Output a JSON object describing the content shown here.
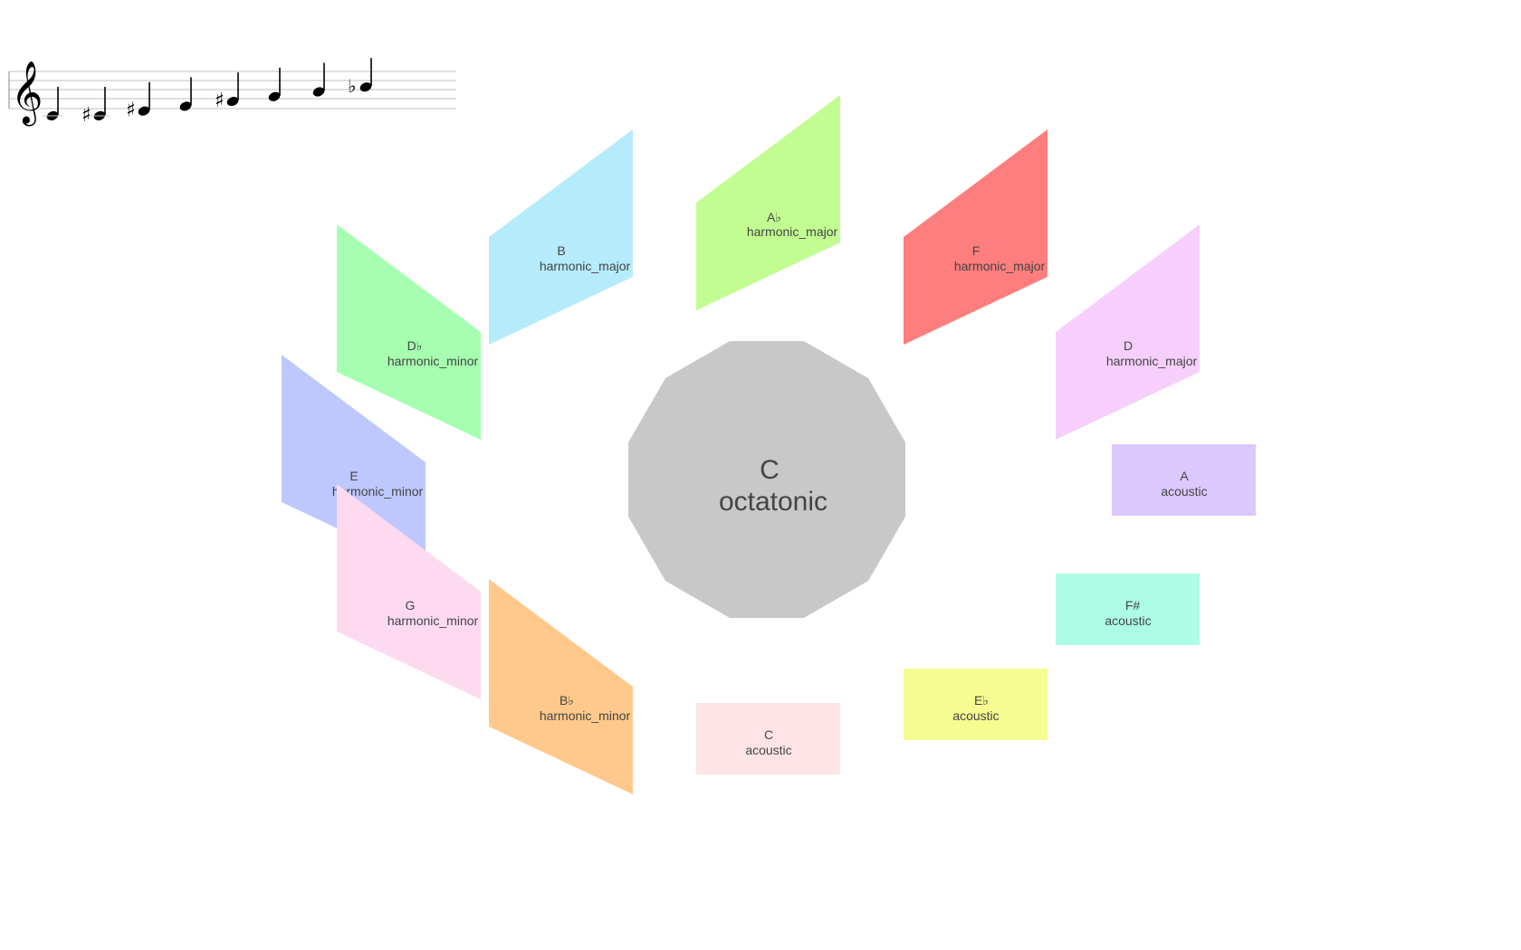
{
  "staff": {
    "clef": "𝄞",
    "notes": [
      {
        "accidental": "",
        "step": 0
      },
      {
        "accidental": "♯",
        "step": 0
      },
      {
        "accidental": "♯",
        "step": 1
      },
      {
        "accidental": "",
        "step": 2
      },
      {
        "accidental": "♯",
        "step": 3
      },
      {
        "accidental": "",
        "step": 4
      },
      {
        "accidental": "",
        "step": 5
      },
      {
        "accidental": "♭",
        "step": 6
      }
    ]
  },
  "center": {
    "root": "C",
    "scale": "octatonic",
    "color": "#c8c8c8"
  },
  "scales": {
    "ab": {
      "root": "A♭",
      "scale": "harmonic_major",
      "color": "#c2fd91"
    },
    "b": {
      "root": "B",
      "scale": "harmonic_major",
      "color": "#b6ebfc"
    },
    "f": {
      "root": "F",
      "scale": "harmonic_major",
      "color": "#fe7d7d"
    },
    "db": {
      "root": "D♭",
      "scale": "harmonic_minor",
      "color": "#a6feb0"
    },
    "d": {
      "root": "D",
      "scale": "harmonic_major",
      "color": "#f7cffd"
    },
    "e": {
      "root": "E",
      "scale": "harmonic_minor",
      "color": "#bfc8fe"
    },
    "a": {
      "root": "A",
      "scale": "acoustic",
      "color": "#dbc9fd"
    },
    "g": {
      "root": "G",
      "scale": "harmonic_minor",
      "color": "#fddaef"
    },
    "fs": {
      "root": "F#",
      "scale": "acoustic",
      "color": "#adfde6"
    },
    "bb": {
      "root": "B♭",
      "scale": "harmonic_minor",
      "color": "#fec98b"
    },
    "eb": {
      "root": "E♭",
      "scale": "acoustic",
      "color": "#f5fd91"
    },
    "c": {
      "root": "C",
      "scale": "acoustic",
      "color": "#fee4e4"
    }
  }
}
